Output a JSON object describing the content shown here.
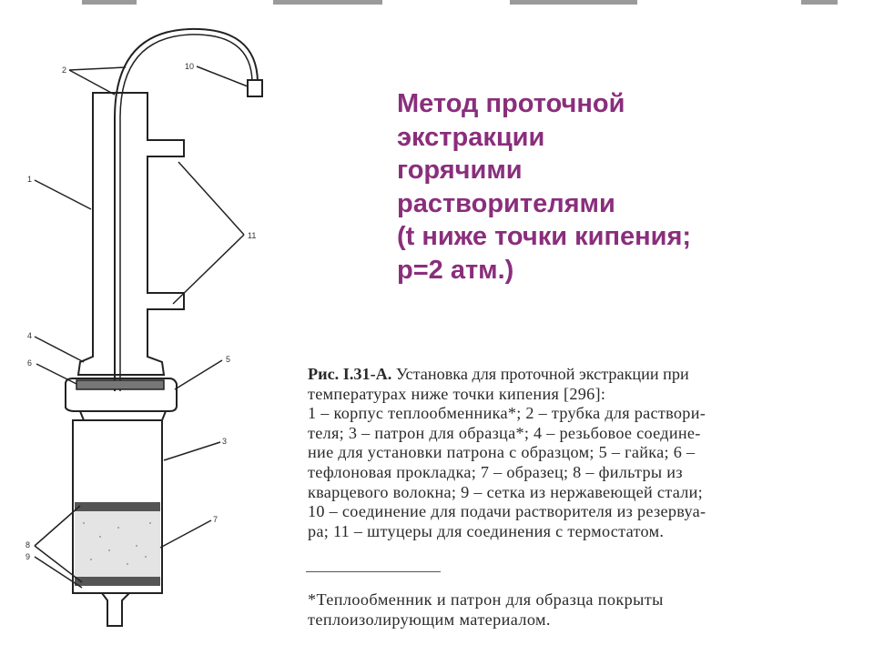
{
  "slide": {
    "title_lines": [
      "Метод проточной",
      "экстракции",
      "горячими",
      "растворителями",
      "(t ниже точки кипения;",
      "р=2 атм.)"
    ],
    "title_color": "#8a2e7c"
  },
  "caption": {
    "figure_ref": "Рис. I.31-А.",
    "first_line_rest": " Установка для проточной экстракции при",
    "lines": [
      "температурах ниже точки кипения [296]:",
      "1 – корпус теплообменника*; 2 – трубка для раствори-",
      "теля; 3 – патрон для образца*; 4 – резьбовое соедине-",
      "ние для установки патрона с образцом; 5 – гайка; 6 –",
      "тефлоновая прокладка; 7 – образец; 8 – фильтры из",
      "кварцевого волокна; 9 – сетка из нержавеющей стали;",
      "10 – соединение для подачи растворителя из резервуа-",
      "ра; 11 – штуцеры для соединения с термостатом."
    ]
  },
  "footnote": {
    "lines": [
      "*Теплообменник и патрон для образца покрыты",
      "теплоизолирующим материалом."
    ]
  },
  "diagram": {
    "labels": {
      "l1": "1",
      "l2": "2",
      "l3": "3",
      "l4": "4",
      "l5": "5",
      "l6": "6",
      "l7": "7",
      "l8": "8",
      "l9": "9",
      "l10": "10",
      "l11": "11"
    }
  }
}
